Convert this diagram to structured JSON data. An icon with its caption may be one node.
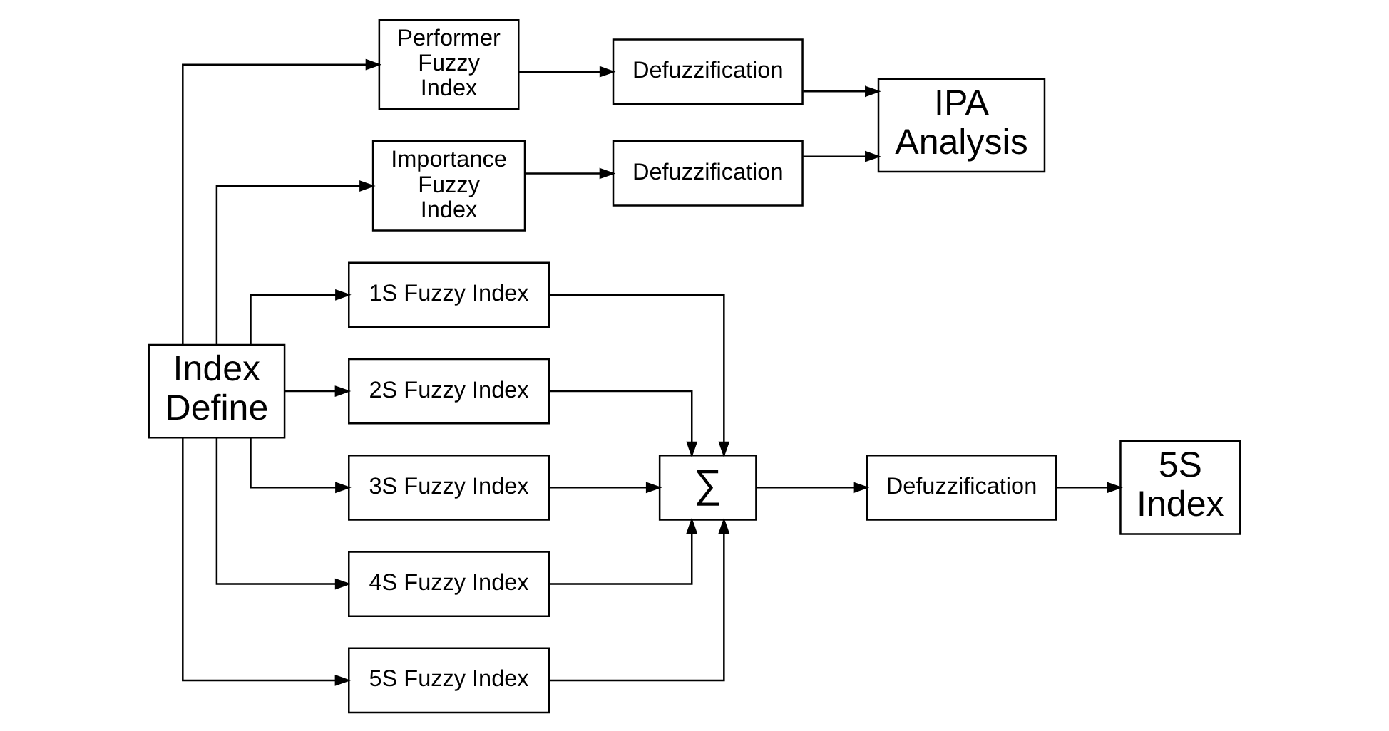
{
  "diagram": {
    "nodes": [
      {
        "text": [
          "Index Define"
        ]
      },
      {
        "text": [
          "Performer Fuzzy Index"
        ]
      },
      {
        "text": [
          "Importance Fuzzy Index"
        ]
      },
      {
        "text": [
          "1S Fuzzy Index"
        ]
      },
      {
        "text": [
          "2S Fuzzy Index"
        ]
      },
      {
        "text": [
          "3S Fuzzy Index"
        ]
      },
      {
        "text": [
          "4S Fuzzy Index"
        ]
      },
      {
        "text": [
          "5S Fuzzy Index"
        ]
      },
      {
        "text": [
          "Defuzzification"
        ]
      },
      {
        "text": [
          "Defuzzification"
        ]
      },
      {
        "text": [
          "IPA Analysis"
        ]
      },
      {
        "text": [
          "∑"
        ]
      },
      {
        "text": [
          "Defuzzification"
        ]
      },
      {
        "text": [
          "5S Index"
        ]
      }
    ],
    "edges": [
      {
        "from": 0,
        "to": 1,
        "arrow": "to"
      },
      {
        "from": 0,
        "to": 2,
        "arrow": "to"
      },
      {
        "from": 0,
        "to": 3,
        "arrow": "to"
      },
      {
        "from": 0,
        "to": 4,
        "arrow": "to"
      },
      {
        "from": 0,
        "to": 5,
        "arrow": "to"
      },
      {
        "from": 0,
        "to": 6,
        "arrow": "to"
      },
      {
        "from": 0,
        "to": 7,
        "arrow": "to"
      },
      {
        "from": 1,
        "to": 8,
        "arrow": "to"
      },
      {
        "from": 2,
        "to": 9,
        "arrow": "to"
      },
      {
        "from": 8,
        "to": 10,
        "arrow": "to"
      },
      {
        "from": 9,
        "to": 10,
        "arrow": "to"
      },
      {
        "from": 3,
        "to": 11,
        "arrow": "to"
      },
      {
        "from": 4,
        "to": 11,
        "arrow": "to"
      },
      {
        "from": 5,
        "to": 11,
        "arrow": "to"
      },
      {
        "from": 6,
        "to": 11,
        "arrow": "to"
      },
      {
        "from": 7,
        "to": 11,
        "arrow": "to"
      },
      {
        "from": 11,
        "to": 12,
        "arrow": "to"
      },
      {
        "from": 12,
        "to": 13,
        "arrow": "to"
      }
    ]
  }
}
